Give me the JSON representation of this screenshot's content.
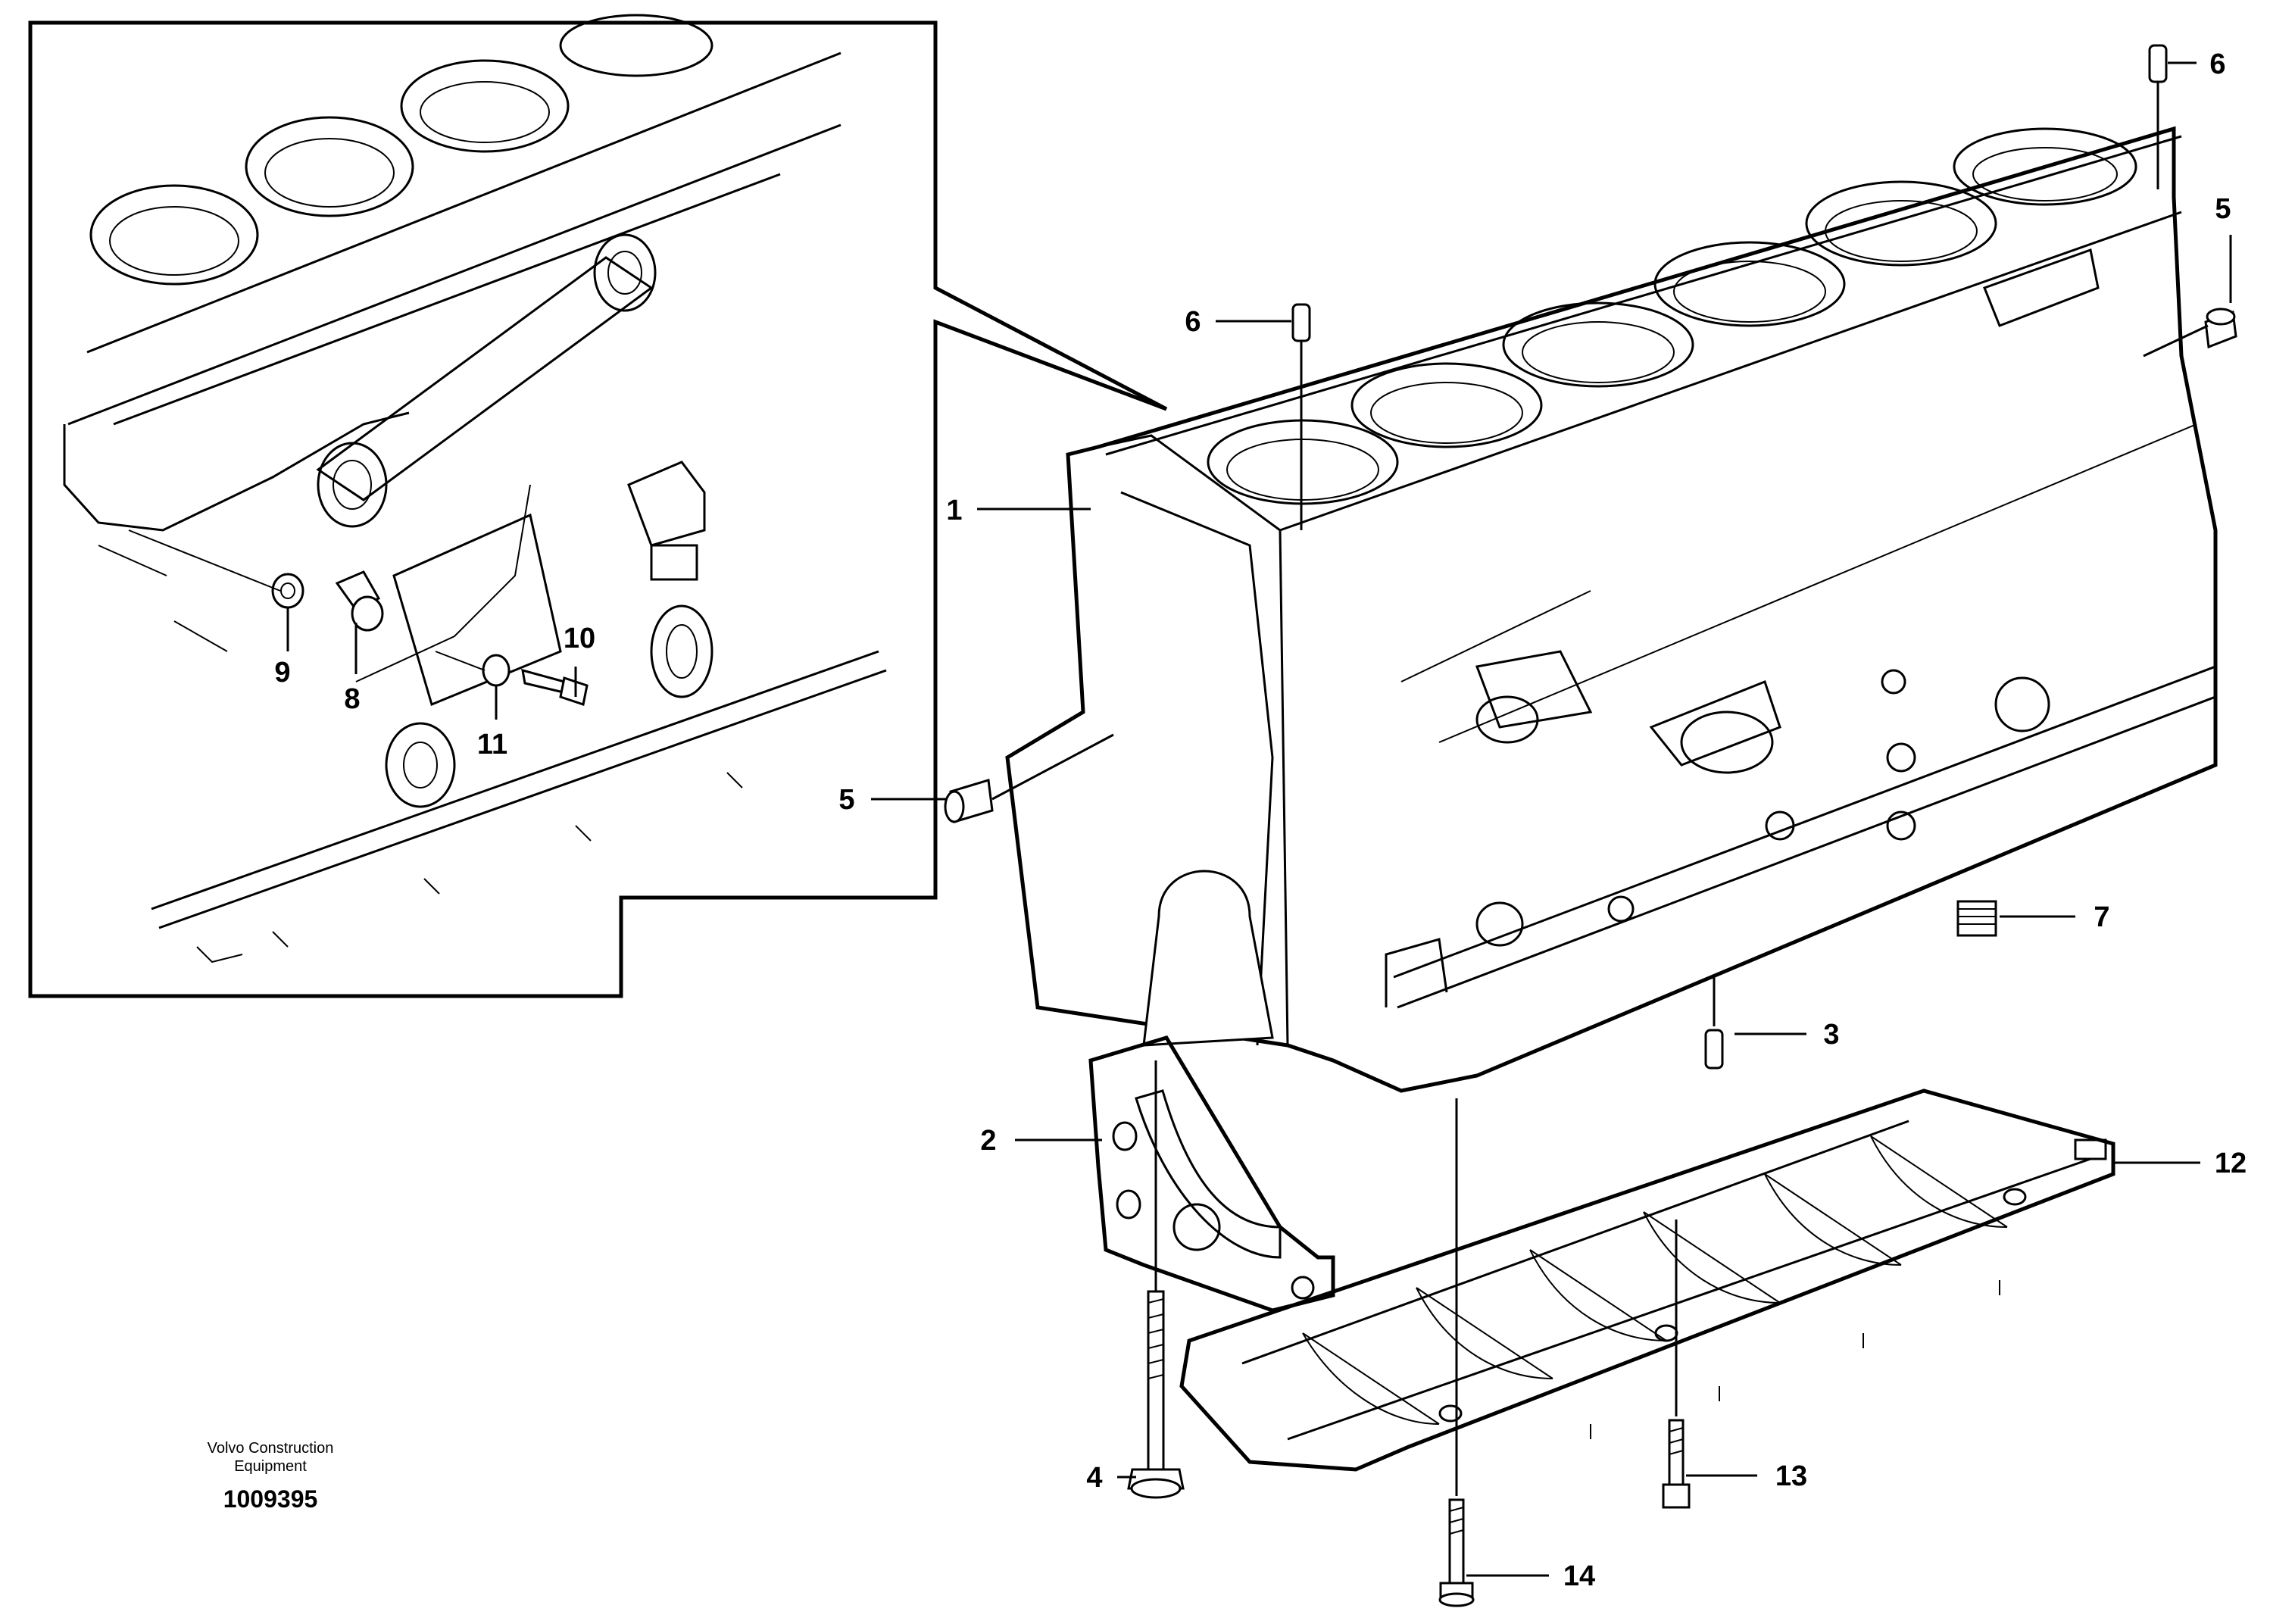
{
  "diagram": {
    "callouts": [
      {
        "id": "1",
        "text": "1"
      },
      {
        "id": "2",
        "text": "2"
      },
      {
        "id": "3",
        "text": "3"
      },
      {
        "id": "4",
        "text": "4"
      },
      {
        "id": "5a",
        "text": "5"
      },
      {
        "id": "5b",
        "text": "5"
      },
      {
        "id": "6a",
        "text": "6"
      },
      {
        "id": "6b",
        "text": "6"
      },
      {
        "id": "7",
        "text": "7"
      },
      {
        "id": "8",
        "text": "8"
      },
      {
        "id": "9",
        "text": "9"
      },
      {
        "id": "10",
        "text": "10"
      },
      {
        "id": "11",
        "text": "11"
      },
      {
        "id": "12",
        "text": "12"
      },
      {
        "id": "13",
        "text": "13"
      },
      {
        "id": "14",
        "text": "14"
      }
    ],
    "footer": {
      "brand_line1": "Volvo Construction",
      "brand_line2": "Equipment",
      "doc_number": "1009395"
    }
  }
}
